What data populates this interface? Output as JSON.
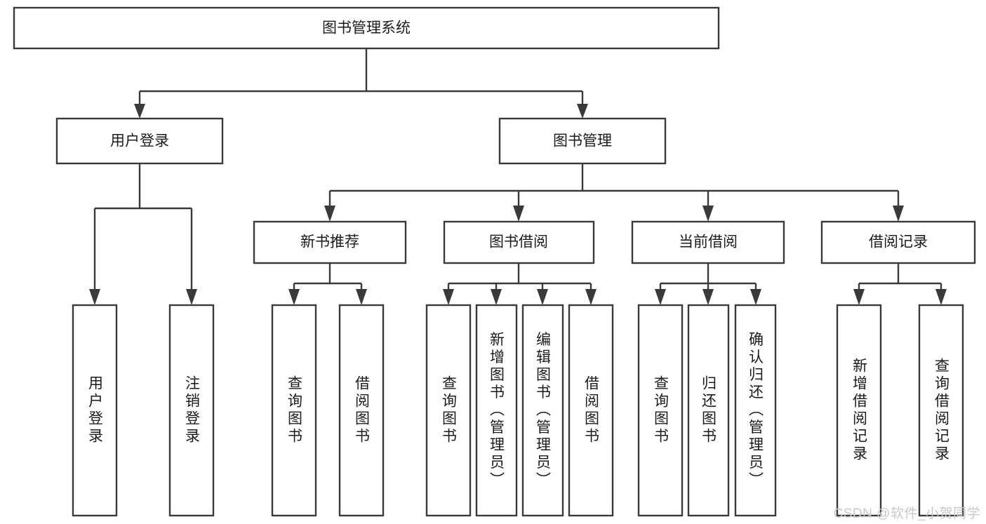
{
  "diagram": {
    "title_node": {
      "label": "图书管理系统"
    },
    "level2": [
      {
        "id": "user-login",
        "label": "用户登录"
      },
      {
        "id": "book-management",
        "label": "图书管理"
      }
    ],
    "level3": [
      {
        "id": "new-book-recommend",
        "label": "新书推荐"
      },
      {
        "id": "book-borrow",
        "label": "图书借阅"
      },
      {
        "id": "current-borrow",
        "label": "当前借阅"
      },
      {
        "id": "borrow-record",
        "label": "借阅记录"
      }
    ],
    "leaves": [
      {
        "id": "leaf-user-login",
        "label": "用户登录",
        "parent": "user-login"
      },
      {
        "id": "leaf-logout-login",
        "label": "注销登录",
        "parent": "user-login"
      },
      {
        "id": "leaf-query-book-1",
        "label": "查询图书",
        "parent": "new-book-recommend"
      },
      {
        "id": "leaf-borrow-book-1",
        "label": "借阅图书",
        "parent": "new-book-recommend"
      },
      {
        "id": "leaf-query-book-2",
        "label": "查询图书",
        "parent": "book-borrow"
      },
      {
        "id": "leaf-add-book",
        "label": "新增图书（管理员）",
        "parent": "book-borrow"
      },
      {
        "id": "leaf-edit-book",
        "label": "编辑图书（管理员）",
        "parent": "book-borrow"
      },
      {
        "id": "leaf-borrow-book-2",
        "label": "借阅图书",
        "parent": "book-borrow"
      },
      {
        "id": "leaf-query-book-3",
        "label": "查询图书",
        "parent": "current-borrow"
      },
      {
        "id": "leaf-return-book",
        "label": "归还图书",
        "parent": "current-borrow"
      },
      {
        "id": "leaf-confirm-return",
        "label": "确认归还（管理员）",
        "parent": "current-borrow"
      },
      {
        "id": "leaf-add-record",
        "label": "新增借阅记录",
        "parent": "borrow-record"
      },
      {
        "id": "leaf-query-record",
        "label": "查询借阅记录",
        "parent": "borrow-record"
      }
    ]
  },
  "watermark": {
    "text": "CSDN @软件_小贺同学"
  },
  "colors": {
    "stroke": "#3a3a3a",
    "fill": "#ffffff",
    "text": "#1b1b1b",
    "watermark": "#c9c9c9"
  }
}
